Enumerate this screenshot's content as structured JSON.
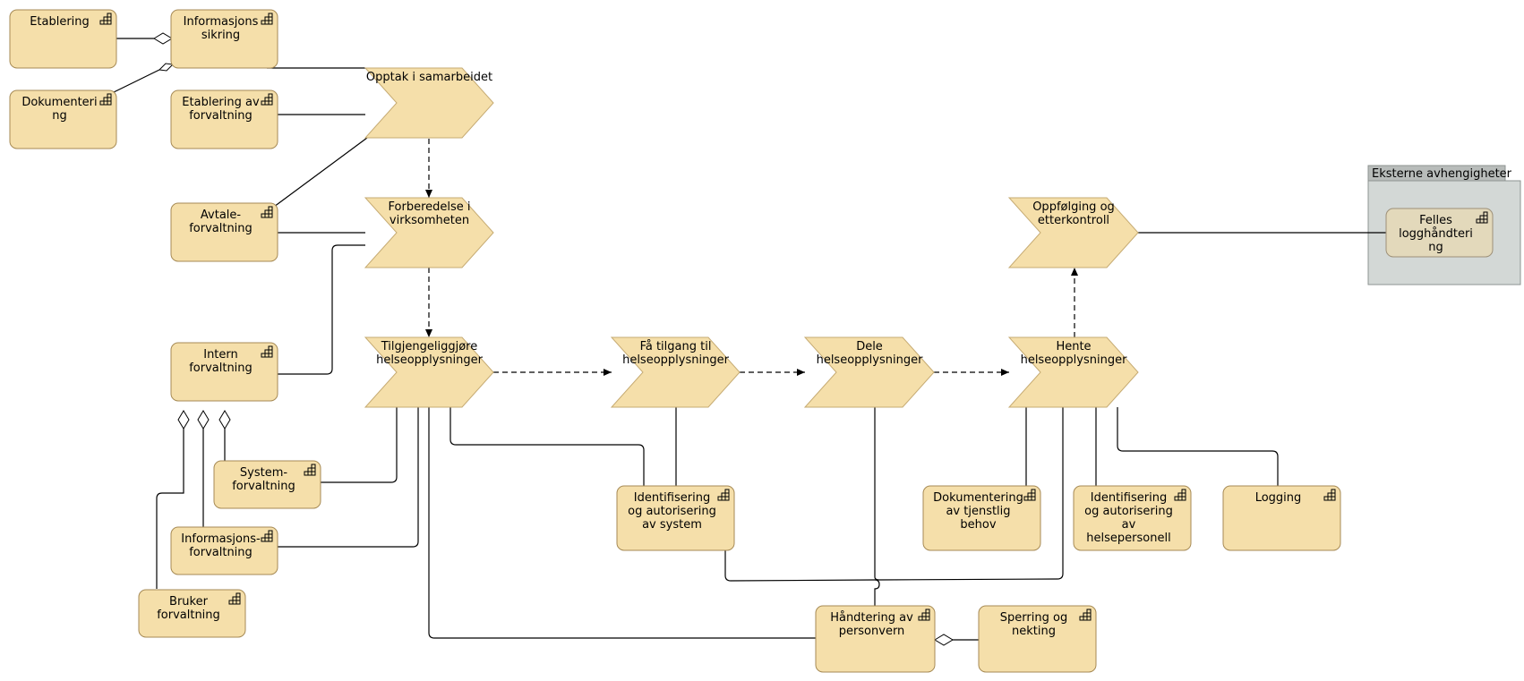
{
  "colors": {
    "element_fill": "#f5dfaa",
    "element_border": "#a68a55",
    "group_fill": "#d3d8d6",
    "group_header": "#b8bcba",
    "external_element_fill": "#e3d9bb"
  },
  "group": {
    "label": "Eksterne avhengigheter"
  },
  "functions": [
    {
      "id": "etablering",
      "lines": [
        "Etablering"
      ],
      "icon": "function-icon"
    },
    {
      "id": "informasjonssikring",
      "lines": [
        "Informasjons",
        "sikring"
      ],
      "icon": "function-icon"
    },
    {
      "id": "dokumentering",
      "lines": [
        "Dokumenteri",
        "ng"
      ],
      "icon": "function-icon"
    },
    {
      "id": "etablering-av-forvaltning",
      "lines": [
        "Etablering av",
        "forvaltning"
      ],
      "icon": "function-icon"
    },
    {
      "id": "avtaleforvaltning",
      "lines": [
        "Avtale-",
        "forvaltning"
      ],
      "icon": "function-icon"
    },
    {
      "id": "intern-forvaltning",
      "lines": [
        "Intern",
        "forvaltning"
      ],
      "icon": "function-icon"
    },
    {
      "id": "systemforvaltning",
      "lines": [
        "System-",
        "forvaltning"
      ],
      "icon": "function-icon"
    },
    {
      "id": "informasjonsforvaltning",
      "lines": [
        "Informasjons-",
        "forvaltning"
      ],
      "icon": "function-icon"
    },
    {
      "id": "brukerforvaltning",
      "lines": [
        "Bruker",
        "forvaltning"
      ],
      "icon": "function-icon"
    },
    {
      "id": "identifisering-system",
      "lines": [
        "Identifisering",
        "og autorisering",
        "av system"
      ],
      "icon": "function-icon"
    },
    {
      "id": "handtering-personvern",
      "lines": [
        "Håndtering av",
        "personvern"
      ],
      "icon": "function-icon"
    },
    {
      "id": "sperring-nekting",
      "lines": [
        "Sperring og",
        "nekting"
      ],
      "icon": "function-icon"
    },
    {
      "id": "dokumentering-behov",
      "lines": [
        "Dokumentering",
        "av tjenstlig",
        "behov"
      ],
      "icon": "function-icon"
    },
    {
      "id": "identifisering-helsepersonell",
      "lines": [
        "Identifisering",
        "og autorisering",
        "av",
        "helsepersonell"
      ],
      "icon": "function-icon"
    },
    {
      "id": "logging",
      "lines": [
        "Logging"
      ],
      "icon": "function-icon"
    },
    {
      "id": "felles-logghandtering",
      "lines": [
        "Felles",
        "logghåndteri",
        "ng"
      ],
      "icon": "function-icon"
    }
  ],
  "value_stream": [
    {
      "id": "opptak",
      "lines": [
        "Opptak i samarbeidet"
      ]
    },
    {
      "id": "forberedelse",
      "lines": [
        "Forberedelse i",
        "virksomheten"
      ]
    },
    {
      "id": "tilgjengeliggjore",
      "lines": [
        "Tilgjengeliggjøre",
        "helseopplysninger"
      ]
    },
    {
      "id": "fa-tilgang",
      "lines": [
        "Få tilgang til",
        "helseopplysninger"
      ]
    },
    {
      "id": "dele",
      "lines": [
        "Dele",
        "helseopplysninger"
      ]
    },
    {
      "id": "hente",
      "lines": [
        "Hente",
        "helseopplysninger"
      ]
    },
    {
      "id": "oppfolging",
      "lines": [
        "Oppfølging og",
        "etterkontroll"
      ]
    }
  ]
}
